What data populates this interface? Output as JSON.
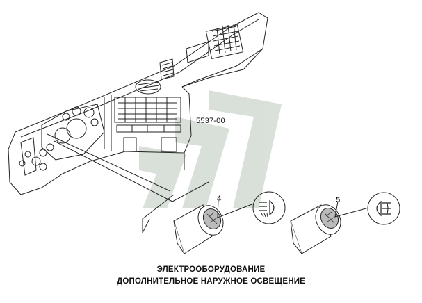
{
  "figure": {
    "model_code": "5537-00",
    "callouts": [
      {
        "number": "4",
        "icon": "fog-light-icon",
        "description": "switch"
      },
      {
        "number": "5",
        "icon": "rear-fog-light-icon",
        "description": "switch"
      }
    ],
    "caption": {
      "line1": "ЭЛЕКТРООБОРУДОВАНИЕ",
      "line2": "ДОПОЛНИТЕЛЬНОЕ НАРУЖНОЕ ОСВЕЩЕНИЕ"
    },
    "colors": {
      "line": "#222222",
      "watermark": "#c8d0c8"
    }
  }
}
